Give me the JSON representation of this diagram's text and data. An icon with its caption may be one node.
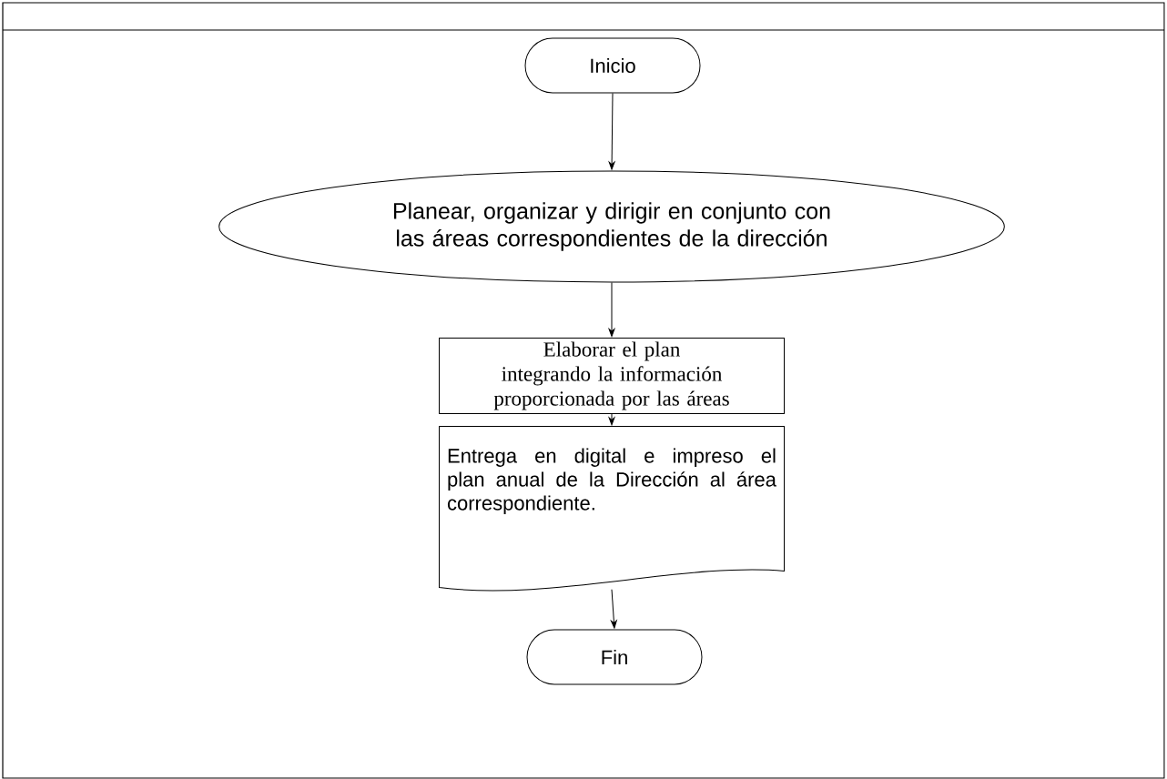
{
  "diagram": {
    "nodes": [
      {
        "text": [
          "Inicio"
        ]
      },
      {
        "text": [
          "Planear, organizar y dirigir en conjunto con las áreas correspondientes de la dirección"
        ]
      },
      {
        "text": [
          "Elaborar el plan integrando la información proporcionada por las áreas"
        ]
      },
      {
        "text": [
          "Entrega en digital e impreso el plan anual de la Dirección al área correspondiente."
        ]
      },
      {
        "text": [
          "Fin"
        ]
      }
    ],
    "edges": [
      {
        "from": 0,
        "to": 1,
        "arrow": "to"
      },
      {
        "from": 1,
        "to": 2,
        "arrow": "to"
      },
      {
        "from": 2,
        "to": 3,
        "arrow": "to"
      },
      {
        "from": 3,
        "to": 4,
        "arrow": "to"
      }
    ]
  }
}
